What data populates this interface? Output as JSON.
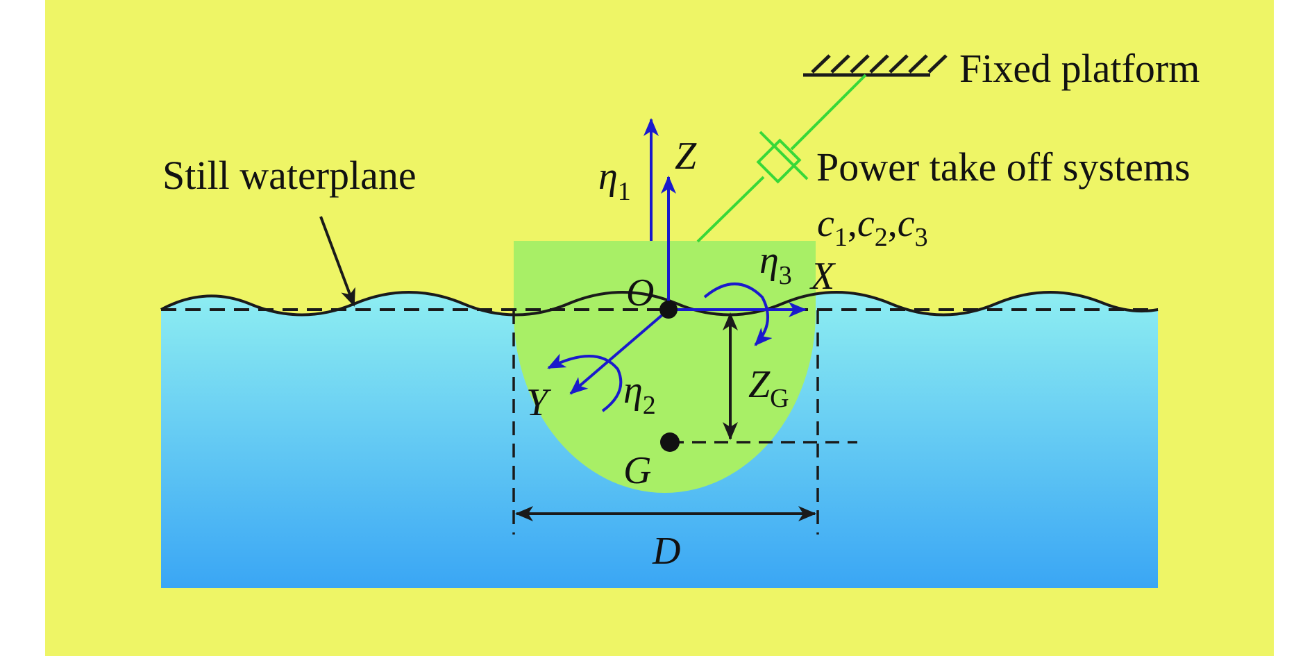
{
  "labels": {
    "fixed_platform": "Fixed platform",
    "pto": "Power take off systems",
    "still_waterplane": "Still waterplane",
    "c": "c",
    "c1_sub": "1",
    "c2_sub": "2",
    "c3_sub": "3",
    "comma": ",",
    "z_axis": "Z",
    "x_axis": "X",
    "y_axis": "Y",
    "origin": "O",
    "cog": "G",
    "diameter": "D",
    "eta": "η",
    "eta1_sub": "1",
    "eta2_sub": "2",
    "eta3_sub": "3",
    "zg": "Z",
    "zg_sub": "G"
  },
  "colors": {
    "background": "#eef566",
    "water_top": "#8eeef2",
    "water_bottom": "#3aa6f4",
    "buoy": "#a8ef66",
    "axis": "#1a1acc",
    "pto_line": "#38d838",
    "line": "#1a1a1a"
  }
}
